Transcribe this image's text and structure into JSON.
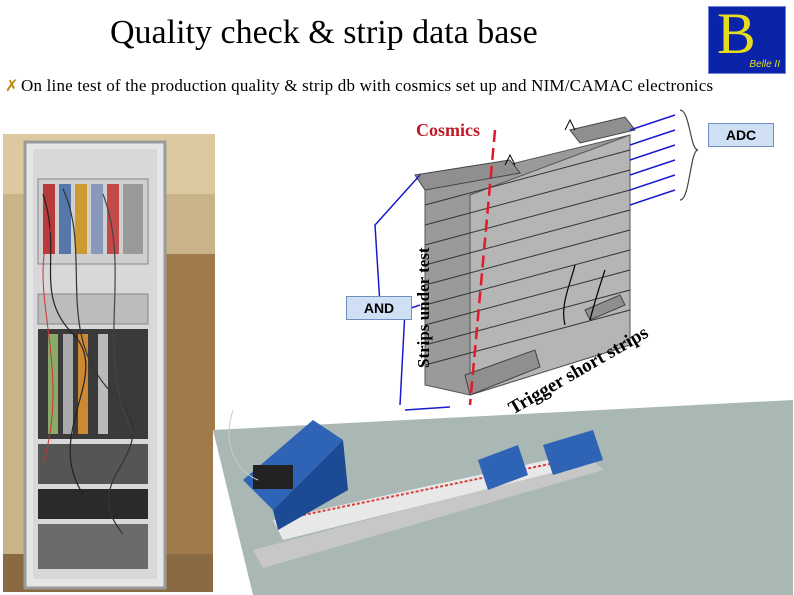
{
  "slide": {
    "title": "Quality check & strip data base",
    "bullet": "On line test of the production quality & strip db with cosmics set up and NIM/CAMAC electronics",
    "bullet_icon": "check-mark-icon"
  },
  "logo": {
    "letter": "B",
    "text": "Belle II"
  },
  "diagram": {
    "cosmics_label": "Cosmics",
    "adc_label": "ADC",
    "and_label": "AND",
    "strips_label": "Strips under test",
    "trigger_label": "Trigger short strips"
  },
  "colors": {
    "title": "#000000",
    "logo_background": "#0a23a8",
    "logo_letter": "#e4dc1d",
    "cosmics_red": "#c0192a",
    "wire_blue": "#1a1ad0",
    "box_fill": "#cfe0f5"
  }
}
